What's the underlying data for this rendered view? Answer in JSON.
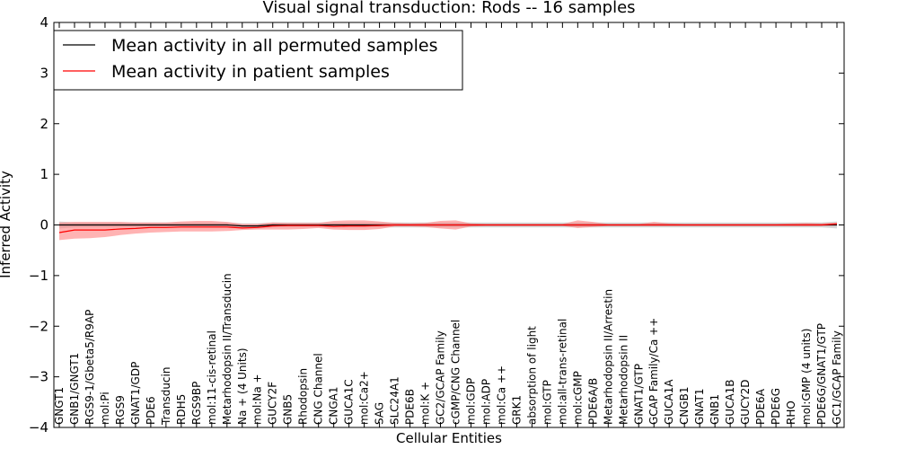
{
  "chart_data": {
    "type": "line",
    "title": "Visual signal transduction: Rods -- 16 samples",
    "xlabel": "Cellular Entities",
    "ylabel": "Inferred Activity",
    "ylim": [
      -4,
      4
    ],
    "yticks": [
      4,
      3,
      2,
      1,
      0,
      -1,
      -2,
      -3,
      -4
    ],
    "ytick_labels": [
      "4",
      "3",
      "2",
      "1",
      "0",
      "−1",
      "−2",
      "−3",
      "−4"
    ],
    "grid": false,
    "legend_position": "top-left",
    "categories": [
      "GNGT1",
      "GNB1/GNGT1",
      "RGS9-1/Gbeta5/R9AP",
      "mol:Pi",
      "RGS9",
      "GNAT1/GDP",
      "PDE6",
      "Transducin",
      "RDH5",
      "RGS9BP",
      "mol:11-cis-retinal",
      "Metarhodopsin II/Transducin",
      "Na + (4 Units)",
      "mol:Na +",
      "GUCY2F",
      "GNB5",
      "Rhodopsin",
      "CNG Channel",
      "CNGA1",
      "GUCA1C",
      "mol:Ca2+",
      "SAG",
      "SLC24A1",
      "PDE6B",
      "mol:K +",
      "GC2/GCAP Family",
      "cGMP/CNG Channel",
      "mol:GDP",
      "mol:ADP",
      "mol:Ca ++",
      "GRK1",
      "absorption of light",
      "mol:GTP",
      "mol:all-trans-retinal",
      "mol:cGMP",
      "PDE6A/B",
      "Metarhodopsin II/Arrestin",
      "Metarhodopsin II",
      "GNAT1/GTP",
      "GCAP Family/Ca ++",
      "GUCA1A",
      "CNGB1",
      "GNAT1",
      "GNB1",
      "GUCA1B",
      "GUCY2D",
      "PDE6A",
      "PDE6G",
      "RHO",
      "mol:GMP (4 units)",
      "PDE6G/GNAT1/GTP",
      "GC1/GCAP Family"
    ],
    "series": [
      {
        "name": "Mean activity in all permuted samples",
        "color": "#000000",
        "values": [
          0.0,
          0.0,
          0.0,
          0.0,
          0.0,
          0.0,
          0.0,
          0.0,
          0.0,
          0.0,
          0.0,
          0.0,
          -0.02,
          -0.02,
          0.0,
          0.0,
          0.0,
          0.0,
          0.0,
          0.0,
          0.0,
          0.0,
          0.0,
          0.0,
          0.0,
          0.0,
          0.0,
          0.0,
          0.0,
          0.0,
          0.0,
          0.0,
          0.0,
          0.0,
          0.0,
          0.0,
          0.0,
          0.0,
          0.0,
          0.0,
          0.0,
          0.0,
          0.0,
          0.0,
          0.0,
          0.0,
          0.0,
          0.0,
          0.0,
          0.0,
          0.0,
          0.0
        ],
        "band_upper": [
          0.07,
          0.05,
          0.05,
          0.05,
          0.05,
          0.05,
          0.05,
          0.05,
          0.05,
          0.05,
          0.05,
          0.05,
          0.03,
          0.03,
          0.05,
          0.05,
          0.05,
          0.05,
          0.05,
          0.05,
          0.05,
          0.05,
          0.05,
          0.05,
          0.05,
          0.05,
          0.05,
          0.05,
          0.05,
          0.05,
          0.05,
          0.05,
          0.05,
          0.05,
          0.05,
          0.05,
          0.05,
          0.05,
          0.05,
          0.05,
          0.05,
          0.05,
          0.05,
          0.05,
          0.05,
          0.05,
          0.05,
          0.05,
          0.05,
          0.05,
          0.05,
          0.07
        ],
        "band_lower": [
          -0.07,
          -0.05,
          -0.05,
          -0.05,
          -0.05,
          -0.05,
          -0.05,
          -0.05,
          -0.05,
          -0.05,
          -0.05,
          -0.05,
          -0.07,
          -0.07,
          -0.05,
          -0.05,
          -0.05,
          -0.05,
          -0.05,
          -0.05,
          -0.05,
          -0.05,
          -0.05,
          -0.05,
          -0.05,
          -0.05,
          -0.05,
          -0.05,
          -0.05,
          -0.05,
          -0.05,
          -0.05,
          -0.05,
          -0.05,
          -0.05,
          -0.05,
          -0.05,
          -0.05,
          -0.05,
          -0.05,
          -0.05,
          -0.05,
          -0.05,
          -0.05,
          -0.05,
          -0.05,
          -0.05,
          -0.05,
          -0.05,
          -0.05,
          -0.05,
          -0.07
        ]
      },
      {
        "name": "Mean activity in patient samples",
        "color": "#ff0000",
        "values": [
          -0.15,
          -0.1,
          -0.1,
          -0.1,
          -0.08,
          -0.07,
          -0.05,
          -0.05,
          -0.04,
          -0.04,
          -0.04,
          -0.04,
          -0.06,
          -0.05,
          -0.02,
          -0.01,
          -0.01,
          -0.01,
          -0.03,
          -0.02,
          -0.02,
          -0.01,
          0.0,
          0.0,
          0.0,
          0.0,
          0.0,
          0.0,
          0.0,
          0.0,
          0.0,
          0.0,
          0.0,
          0.0,
          0.0,
          0.0,
          0.0,
          0.0,
          0.0,
          0.0,
          0.0,
          0.0,
          0.0,
          0.0,
          0.0,
          0.0,
          0.0,
          0.0,
          0.0,
          0.0,
          0.0,
          0.02
        ],
        "band_upper": [
          0.05,
          0.06,
          0.06,
          0.06,
          0.06,
          0.05,
          0.05,
          0.05,
          0.07,
          0.08,
          0.08,
          0.06,
          0.02,
          0.02,
          0.05,
          0.04,
          0.04,
          0.04,
          0.08,
          0.09,
          0.09,
          0.07,
          0.04,
          0.03,
          0.04,
          0.08,
          0.09,
          0.03,
          0.02,
          0.02,
          0.02,
          0.02,
          0.02,
          0.02,
          0.09,
          0.06,
          0.02,
          0.02,
          0.02,
          0.06,
          0.03,
          0.02,
          0.02,
          0.02,
          0.02,
          0.02,
          0.02,
          0.02,
          0.03,
          0.04,
          0.03,
          0.05
        ],
        "band_lower": [
          -0.3,
          -0.27,
          -0.26,
          -0.24,
          -0.2,
          -0.17,
          -0.15,
          -0.14,
          -0.13,
          -0.13,
          -0.13,
          -0.12,
          -0.1,
          -0.09,
          -0.09,
          -0.09,
          -0.08,
          -0.06,
          -0.09,
          -0.1,
          -0.1,
          -0.08,
          -0.03,
          -0.03,
          -0.04,
          -0.07,
          -0.09,
          -0.03,
          -0.02,
          -0.02,
          -0.02,
          -0.02,
          -0.02,
          -0.02,
          -0.06,
          -0.04,
          -0.02,
          -0.02,
          -0.02,
          -0.02,
          -0.02,
          -0.02,
          -0.02,
          -0.02,
          -0.02,
          -0.02,
          -0.02,
          -0.02,
          -0.02,
          -0.02,
          -0.02,
          -0.01
        ]
      }
    ],
    "band_colors": [
      "#c8c8c8",
      "#ff8080"
    ]
  }
}
